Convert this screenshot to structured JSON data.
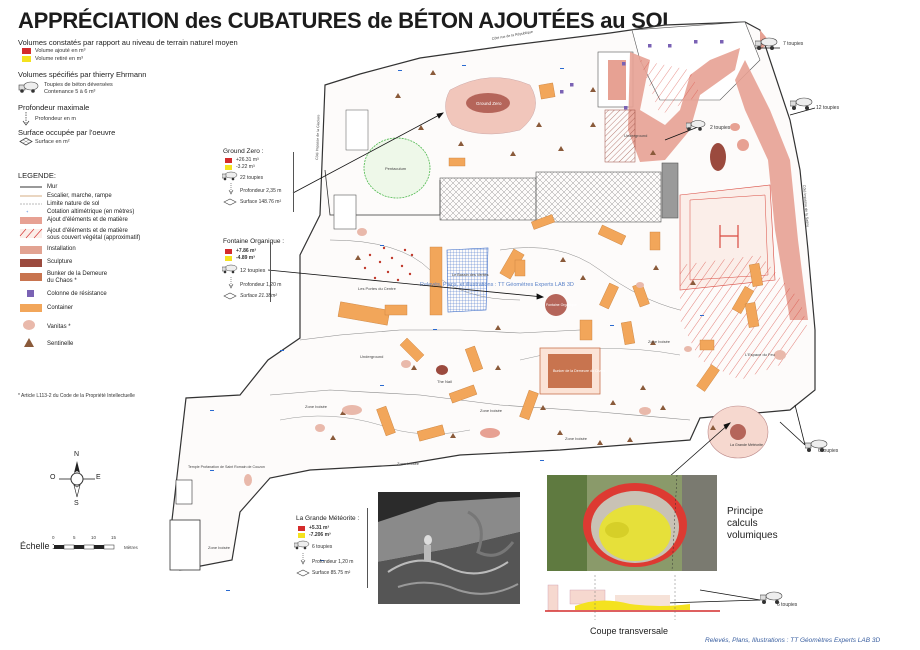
{
  "title": "APPRÉCIATION des CUBATURES de BÉTON AJOUTÉES au SOL",
  "colors": {
    "added": "#d42b2b",
    "removed": "#f4e21f",
    "ground": "#e7a193",
    "sculpture": "#9b4a3e",
    "container": "#f2a65a",
    "column": "#7a62b4",
    "vegetal": "#4cb84c",
    "bunker": "#c8744f"
  },
  "legend_top": {
    "volumes_heading": "Volumes constatés par rapport au niveau de terrain naturel moyen",
    "vol_added": "Volume ajouté en m³",
    "vol_removed": "Volume retiré en m³",
    "specified_heading": "Volumes spécifiés par thierry Ehrmann",
    "toupies_line1": "Toupies de béton déversées",
    "toupies_line2": "Contenance 5 à 6 m³",
    "depth_heading": "Profondeur maximale",
    "depth_item": "Profondeur en m",
    "surface_heading": "Surface occupée par l'oeuvre",
    "surface_item": "Surface en m²"
  },
  "legend": {
    "heading": "LEGENDE:",
    "items": [
      "Mur",
      "Escalier, marche, rampe",
      "Limite nature de sol",
      "Cotation altimétrique (en mètres)",
      "Ajout d'éléments et de matière",
      "Ajout d'éléments et de matière",
      "sous couvert végétal (approximatif)",
      "Installation",
      "Sculpture",
      "Bunker de la Demeure",
      "du Chaos *",
      "Colonne de résistance",
      "Container",
      "Vanitas *",
      "Sentinelle"
    ],
    "footnote": "* Article L113-2 du Code de la Propriété Intellectuelle"
  },
  "scale": {
    "label": "Échelle :",
    "ticks": [
      "0",
      "5",
      "10",
      "15"
    ],
    "unit": "Mètres"
  },
  "compass": {
    "n": "N",
    "s": "S",
    "e": "E",
    "o": "O"
  },
  "info_boxes": [
    {
      "title": "Ground Zero :",
      "added": "+26.31 m³",
      "removed": "-3.22 m³",
      "toupies": "22 toupies",
      "depth": "Profondeur 2,35 m",
      "surface": "Surface 148.76 m²"
    },
    {
      "title": "Fontaine Organique :",
      "added": "+7.86 m³",
      "removed": "-4.89 m³",
      "toupies": "12 toupies",
      "depth": "Profondeur 1,20 m",
      "surface": "Surface 21.38m²"
    },
    {
      "title": "La Grande Météorite :",
      "added": "+5.31 m³",
      "removed": "-7.206 m³",
      "toupies": "6 toupies",
      "depth": "Profondeur 1,20 m",
      "surface": "Surface 85.75 m²"
    }
  ],
  "toupie_callouts": [
    "7 toupies",
    "12 toupies",
    "2 toupies",
    "6 toupies",
    "6 toupies"
  ],
  "map_labels": {
    "ground_zero": "Ground Zero",
    "pentaculum": "Pentaculum",
    "rue_republique": "Côté rue de la République",
    "rue_glaciere": "Côté Impasse de la Glaciere",
    "rue_saone": "Côté Impasse de la Saône",
    "les_portes": "Les Portes du Centre",
    "le_bassin": "Le Bassin des Verités",
    "fontaine": "Fontaine Organique",
    "underground": "Underground",
    "the_nail": "The Nail",
    "bunker": "Bunker de la Demeure du Chaos",
    "grande_meteorite": "La Grande Météorite",
    "temple": "Temple Profanation de Saint Romain de Couzon",
    "espace_feu": "L'Espace du Feu",
    "zone_boisee": "Zone boisée",
    "watermark": "Relevés, Plans, et illustrations : TT Géomètres Experts LAB 3D"
  },
  "principe": [
    "Principe",
    "calculs",
    "volumiques"
  ],
  "coupe": "Coupe transversale",
  "credits": "Relevés, Plans, Illustrations : TT Géomètres Experts LAB 3D"
}
